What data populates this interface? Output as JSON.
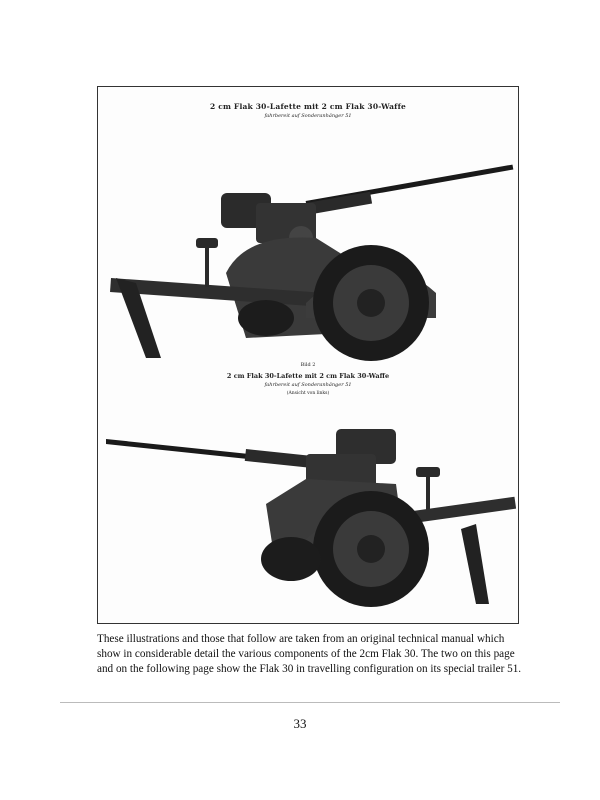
{
  "figure": {
    "top_caption": {
      "line1": "2 cm Flak 30-Lafette mit 2 cm Flak 30-Waffe",
      "line2": "fahrbereit auf Sonderanhänger 51"
    },
    "bottom_caption": {
      "label": "Bild 2",
      "line1": "2 cm Flak 30-Lafette mit 2 cm Flak 30-Waffe",
      "line2": "fahrbereit auf Sonderanhänger 51",
      "line3": "(Ansicht von links)"
    }
  },
  "body_text": "These illustrations and those that follow are taken from an original technical manual which show in considerable detail the various components of the 2cm Flak 30. The two on this page and on the following page show the Flak 30 in travelling configuration on its special trailer 51.",
  "page_number": "33"
}
